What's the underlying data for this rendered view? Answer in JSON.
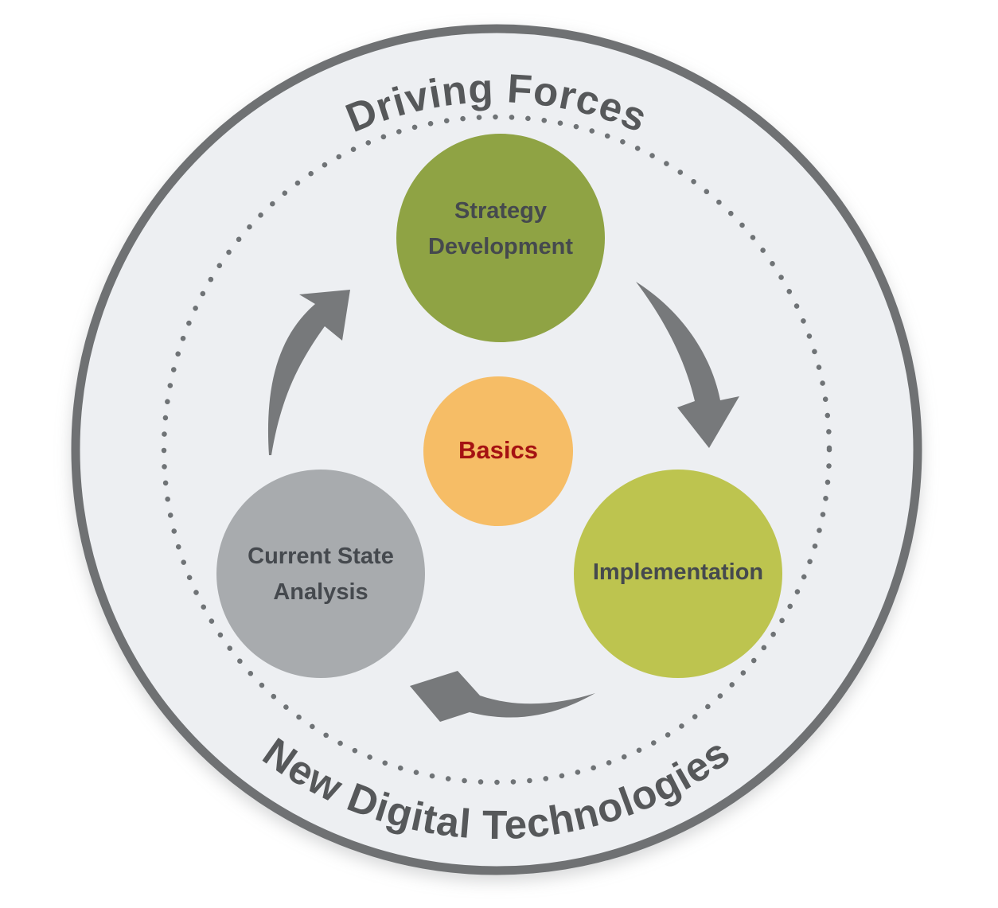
{
  "diagram": {
    "title_ring": {
      "top_label": "Driving Forces",
      "bottom_label": "New Digital Technologies"
    },
    "center_node": {
      "label": "Basics"
    },
    "nodes": [
      {
        "id": "strategy-development",
        "label": "Strategy Development"
      },
      {
        "id": "implementation",
        "label": "Implementation"
      },
      {
        "id": "current-state-analysis",
        "label": "Current State Analysis"
      }
    ],
    "arrows": [
      {
        "from": "strategy-development",
        "to": "implementation"
      },
      {
        "from": "implementation",
        "to": "current-state-analysis"
      },
      {
        "from": "current-state-analysis",
        "to": "strategy-development"
      }
    ],
    "colors": {
      "outer_fill": "#edeff2",
      "outer_border": "#6f7173",
      "dotted_ring": "#6f7376",
      "ring_text": "#56585a",
      "arrow": "#77797b",
      "strategy_fill": "#8fa344",
      "implementation_fill": "#bdc44f",
      "current_state_fill": "#a8abae",
      "basics_fill": "#f6bd66",
      "basics_text": "#a51212",
      "node_text": "#45494e",
      "page_background": "#ffffff"
    }
  }
}
